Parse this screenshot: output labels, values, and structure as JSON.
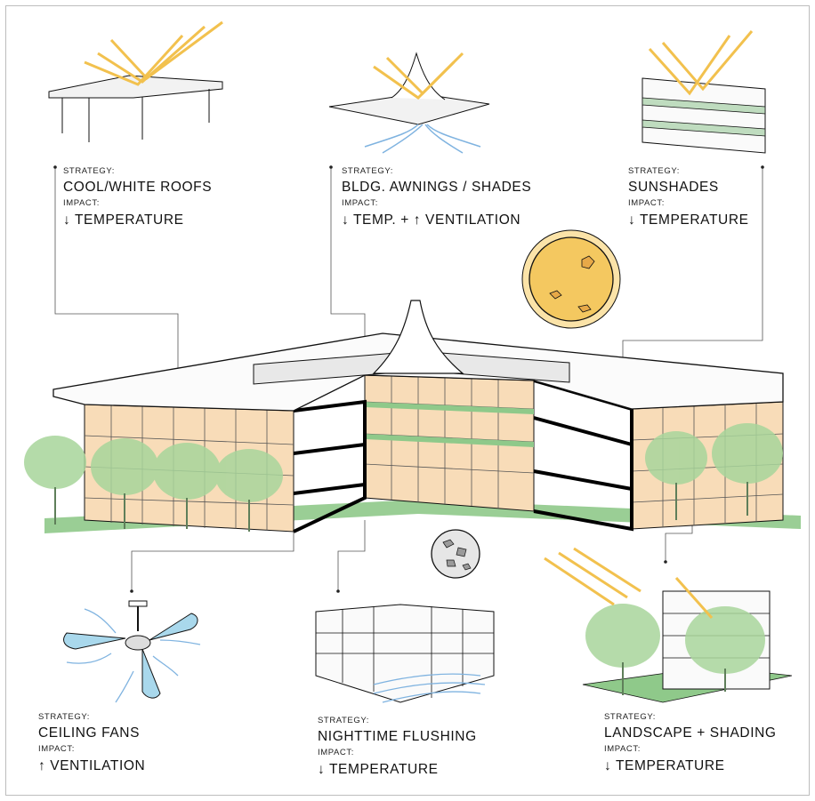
{
  "strategies": [
    {
      "strategy_label": "STRATEGY:",
      "title": "COOL/WHITE ROOFS",
      "impact_label": "IMPACT:",
      "impact": "↓ TEMPERATURE"
    },
    {
      "strategy_label": "STRATEGY:",
      "title": "BLDG. AWNINGS / SHADES",
      "impact_label": "IMPACT:",
      "impact": "↓ TEMP. + ↑ VENTILATION"
    },
    {
      "strategy_label": "STRATEGY:",
      "title": "SUNSHADES",
      "impact_label": "IMPACT:",
      "impact": "↓ TEMPERATURE"
    },
    {
      "strategy_label": "STRATEGY:",
      "title": "CEILING FANS",
      "impact_label": "IMPACT:",
      "impact": "↑ VENTILATION"
    },
    {
      "strategy_label": "STRATEGY:",
      "title": "NIGHTTIME FLUSHING",
      "impact_label": "IMPACT:",
      "impact": "↓ TEMPERATURE"
    },
    {
      "strategy_label": "STRATEGY:",
      "title": "LANDSCAPE + SHADING",
      "impact_label": "IMPACT:",
      "impact": "↓ TEMPERATURE"
    }
  ],
  "colors": {
    "sun_fill": "#f4c860",
    "sun_ray": "#f2c14e",
    "facade_tint": "#f8dcb8",
    "green": "#8fc98a",
    "tree": "#a8d59b",
    "air": "#7fb3e0",
    "line": "#111111"
  },
  "icons": [
    "sun-icon",
    "moon-icon",
    "ceiling-fan-icon",
    "tree-icon",
    "sun-ray-icon",
    "air-flow-icon"
  ]
}
